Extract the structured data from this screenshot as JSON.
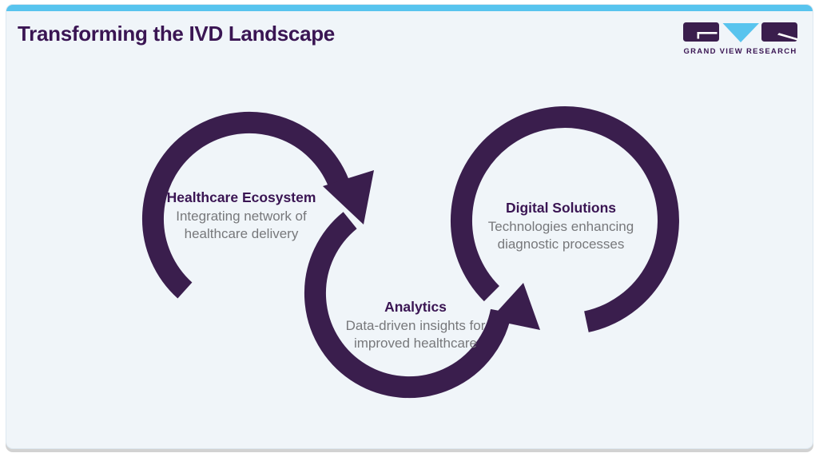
{
  "window": {
    "title": "Transforming the IVD Landscape"
  },
  "brand": {
    "logo_text": "GRAND VIEW RESEARCH"
  },
  "diagram": {
    "type": "circular-flow",
    "flow_order": [
      "Healthcare Ecosystem",
      "Analytics",
      "Digital Solutions"
    ],
    "items": [
      {
        "title": "Healthcare Ecosystem",
        "desc_lines": [
          "Integrating network of",
          "healthcare delivery"
        ]
      },
      {
        "title": "Analytics",
        "desc_lines": [
          "Data-driven insights for",
          "improved healthcare"
        ]
      },
      {
        "title": "Digital Solutions",
        "desc_lines": [
          "Technologies enhancing",
          "diagnostic processes"
        ]
      }
    ]
  },
  "colors": {
    "purple_arc": "#3A1E4D",
    "purple_text": "#3A1553",
    "accent_blue": "#58C4EE",
    "card_bg": "#F0F5F9",
    "gray_text": "#77787B"
  }
}
